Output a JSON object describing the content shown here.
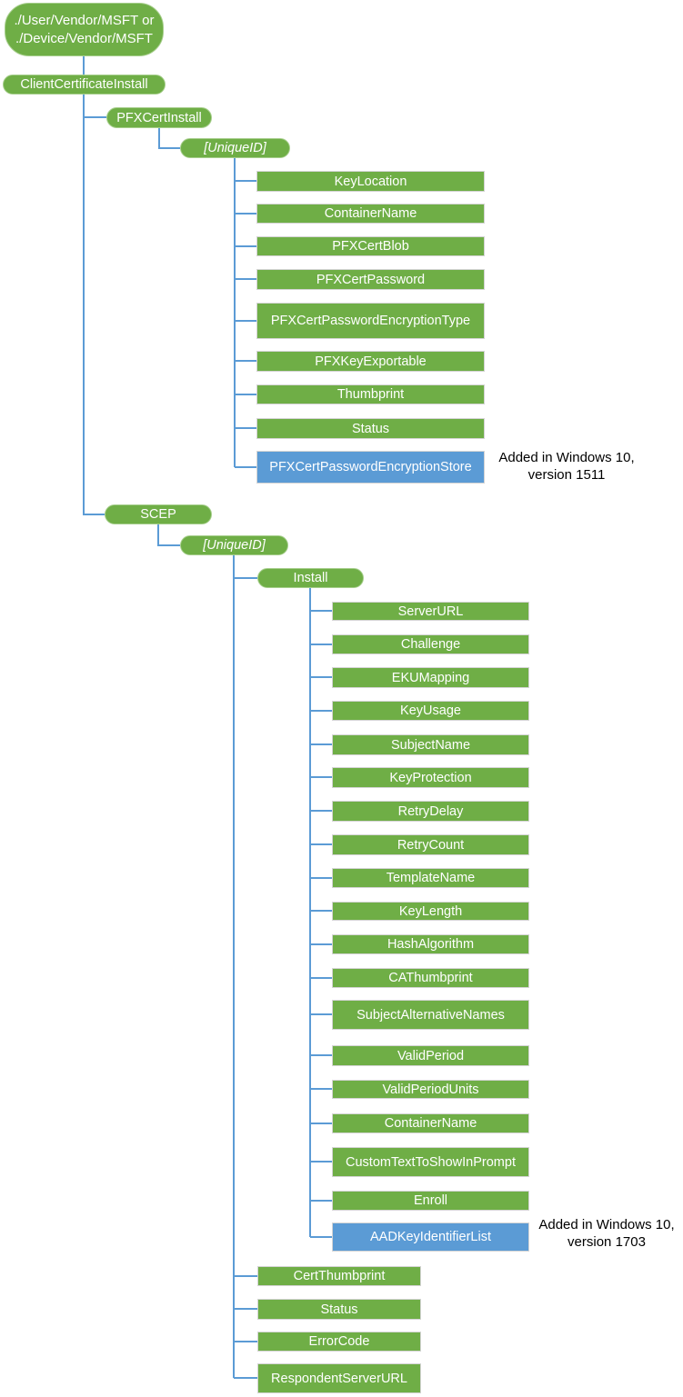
{
  "palette": {
    "node_green": "#6FAE46",
    "node_green_border": "#A6CE8C",
    "node_blue": "#5B9BD5",
    "rect_border": "#D4D4D4",
    "connector_blue": "#5B9BD5",
    "annotation_text": "#000000"
  },
  "tree": {
    "root": {
      "label": "./User/Vendor/MSFT or\n./Device/Vendor/MSFT"
    },
    "client_certificate_install": {
      "label": "ClientCertificateInstall"
    },
    "pfx": {
      "label": "PFXCertInstall",
      "unique_id": "[UniqueID]",
      "children": [
        "KeyLocation",
        "ContainerName",
        "PFXCertBlob",
        "PFXCertPassword",
        "PFXCertPasswordEncryptionType",
        "PFXKeyExportable",
        "Thumbprint",
        "Status",
        "PFXCertPasswordEncryptionStore"
      ]
    },
    "scep": {
      "label": "SCEP",
      "unique_id": "[UniqueID]",
      "install": {
        "label": "Install",
        "children": [
          "ServerURL",
          "Challenge",
          "EKUMapping",
          "KeyUsage",
          "SubjectName",
          "KeyProtection",
          "RetryDelay",
          "RetryCount",
          "TemplateName",
          "KeyLength",
          "HashAlgorithm",
          "CAThumbprint",
          "SubjectAlternativeNames",
          "ValidPeriod",
          "ValidPeriodUnits",
          "ContainerName",
          "CustomTextToShowInPrompt",
          "Enroll",
          "AADKeyIdentifierList"
        ]
      },
      "children": [
        "CertThumbprint",
        "Status",
        "ErrorCode",
        "RespondentServerURL"
      ]
    }
  },
  "annotations": [
    {
      "text": "Added in Windows 10,\nversion 1511"
    },
    {
      "text": "Added in Windows 10,\nversion 1703"
    }
  ]
}
